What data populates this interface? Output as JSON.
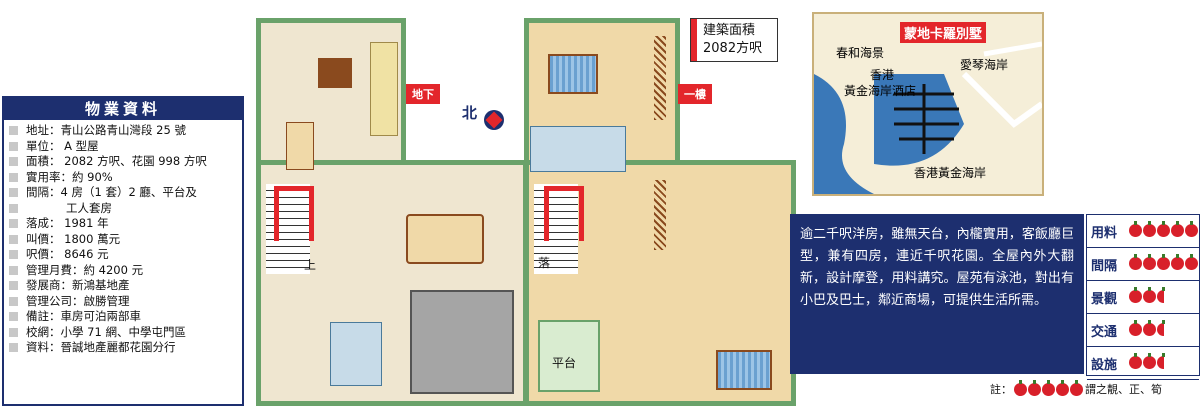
{
  "info": {
    "title": "物業資料",
    "rows": [
      "地址：青山公路青山灣段 25 號",
      "單位： A 型屋",
      "面積： 2082 方呎、花園 998 方呎",
      "實用率：約 90%",
      "間隔：4 房（1 套）2 廳、平台及",
      "工人套房",
      "落成： 1981 年",
      "叫價： 1800 萬元",
      "呎價： 8646 元",
      "管理月費：約 4200 元",
      "發展商：新鴻基地產",
      "管理公司：啟勝管理",
      "備註：車房可泊兩部車",
      "校網：小學 71 網、中學屯門區",
      "資料：晉誠地產麗都花園分行"
    ]
  },
  "plans": {
    "ground_tag": "地下",
    "first_tag": "一樓",
    "north": "北",
    "up": "上",
    "down": "落",
    "terrace": "平台"
  },
  "area": {
    "line1": "建築面積",
    "line2": "2082方呎"
  },
  "map": {
    "title": "蒙地卡羅別墅",
    "l1": "春和海景",
    "l2": "香港",
    "l3": "黃金海岸酒店",
    "l4": "愛琴海岸",
    "l5": "香港黃金海岸"
  },
  "review": {
    "text": "逾二千呎洋房，雖無天台，內櫳實用，客飯廳巨型，兼有四房，連近千呎花園。全屋內外大翻新，設計摩登，用料講究。屋苑有泳池，對出有小巴及巴士，鄰近商場，可提供生活所需。"
  },
  "ratings": [
    {
      "label": "用料",
      "score": 5
    },
    {
      "label": "間隔",
      "score": 5
    },
    {
      "label": "景觀",
      "score": 2.5
    },
    {
      "label": "交通",
      "score": 2.5
    },
    {
      "label": "設施",
      "score": 2.5
    }
  ],
  "note": {
    "prefix": "註：",
    "suffix": "謂之靚、正、筍"
  },
  "colors": {
    "navy": "#1d2f6f",
    "red": "#e3262b",
    "wall": "#6aa26a",
    "floor": "#f0d9a8"
  }
}
